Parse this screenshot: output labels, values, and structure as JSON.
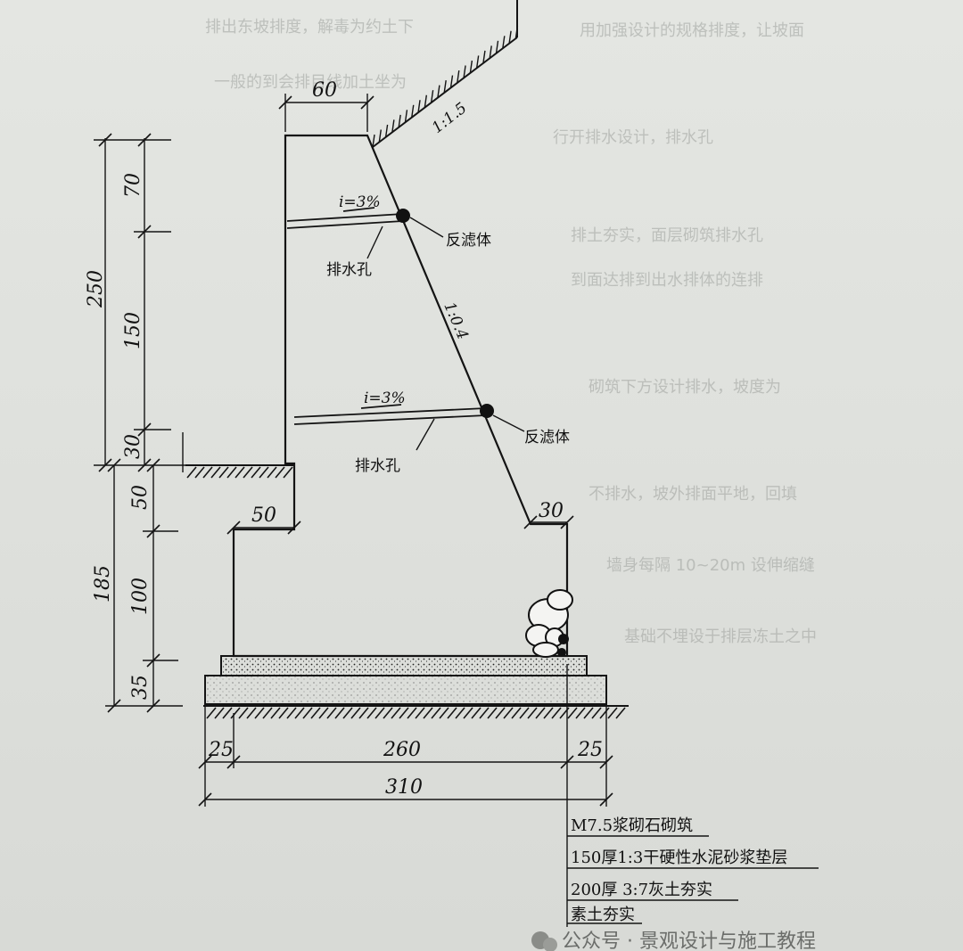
{
  "dimensions": {
    "left": {
      "total_upper": "250",
      "seg1": "70",
      "seg2": "150",
      "seg3": "30",
      "seg4": "50",
      "total_lower": "185",
      "seg5": "100",
      "seg6": "35"
    },
    "top_width": "60",
    "heel_width": "30",
    "toe_width": "50",
    "bottom": {
      "left": "25",
      "middle": "260",
      "right": "25",
      "total": "310"
    }
  },
  "slopes": {
    "backfill": "1:1.5",
    "wall_back": "1:0.4"
  },
  "drains": [
    {
      "gradient": "i=3%",
      "pipe_label": "排水孔",
      "filter_label": "反滤体"
    },
    {
      "gradient": "i=3%",
      "pipe_label": "排水孔",
      "filter_label": "反滤体"
    }
  ],
  "legend": [
    "M7.5浆砌石砌筑",
    "150厚1:3干硬性水泥砂浆垫层",
    "200厚 3:7灰土夯实",
    "素土夯实"
  ],
  "watermark": "公众号 · 景观设计与施工教程"
}
